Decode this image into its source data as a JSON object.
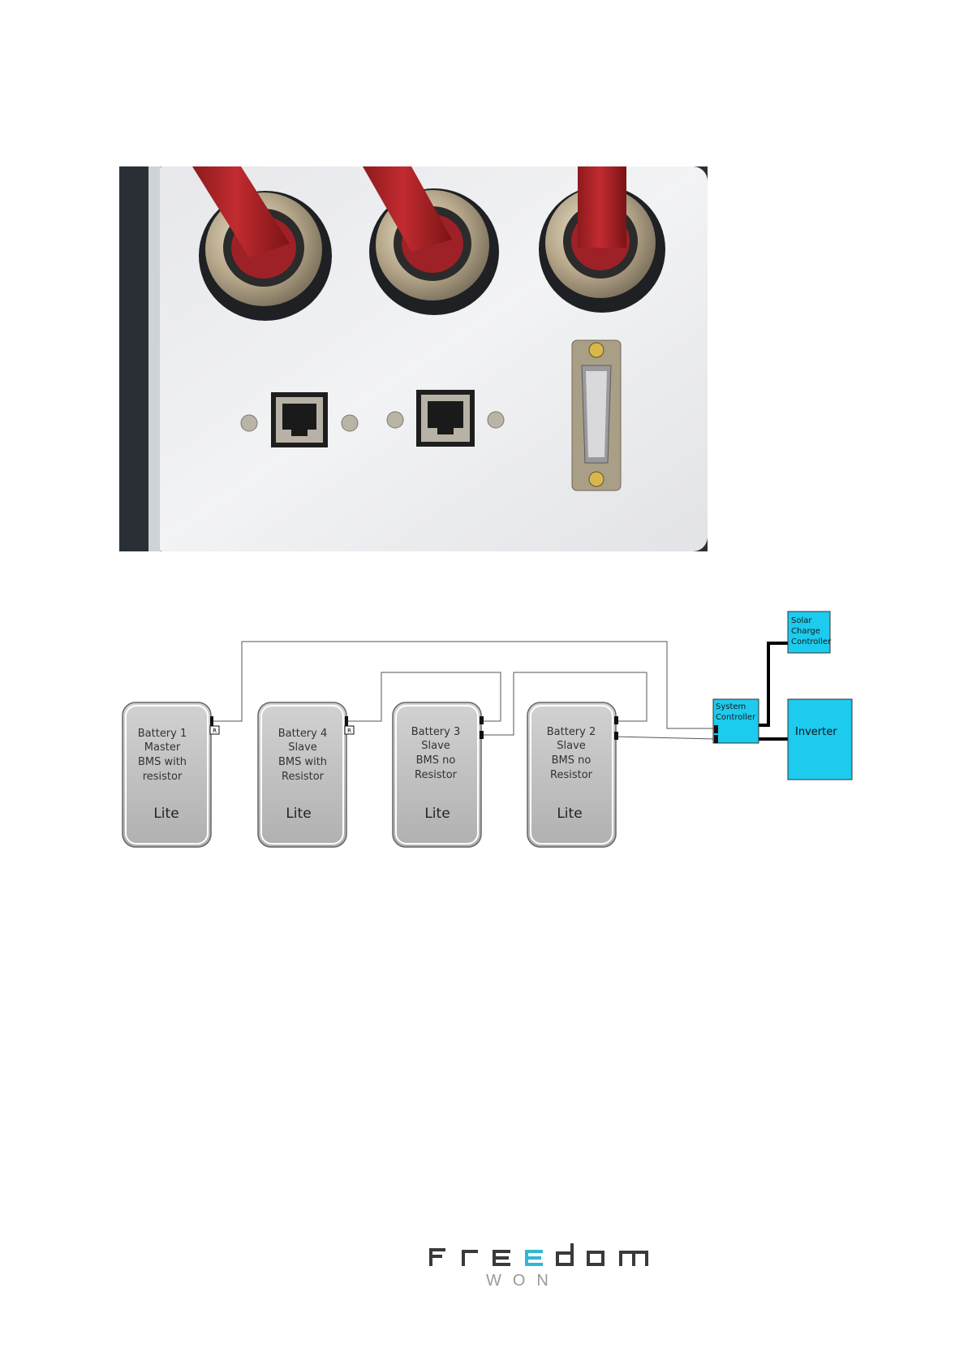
{
  "photo": {
    "icon": "battery-connector-panel-photo"
  },
  "diagram": {
    "batteries": [
      {
        "id": "battery-1",
        "lines": [
          "Battery 1",
          "Master",
          "BMS with",
          "resistor"
        ],
        "brand": "Lite",
        "resistor_label": "R"
      },
      {
        "id": "battery-4",
        "lines": [
          "Battery 4",
          "Slave",
          "BMS with",
          "Resistor"
        ],
        "brand": "Lite",
        "resistor_label": "R"
      },
      {
        "id": "battery-3",
        "lines": [
          "Battery 3",
          "Slave",
          "BMS no",
          "Resistor"
        ],
        "brand": "Lite"
      },
      {
        "id": "battery-2",
        "lines": [
          "Battery 2",
          "Slave",
          "BMS no",
          "Resistor"
        ],
        "brand": "Lite"
      }
    ],
    "solar": {
      "lines": [
        "Solar",
        "Charge",
        "Controller"
      ]
    },
    "system_controller": {
      "lines": [
        "System",
        "Controller"
      ]
    },
    "inverter": {
      "label": "Inverter"
    },
    "colors": {
      "box_blue": "#1ccbee",
      "battery_gray": "#b9b9b9",
      "wire": "#555555",
      "power_wire": "#000000"
    }
  },
  "logo": {
    "letters": [
      "f",
      "r",
      "e",
      "e",
      "d",
      "o",
      "m"
    ],
    "subtitle": "WON",
    "accent": "#2fb8d6"
  }
}
